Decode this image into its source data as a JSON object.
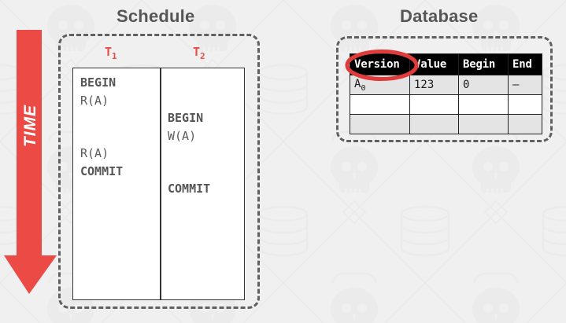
{
  "panels": {
    "schedule": {
      "title": "Schedule"
    },
    "database": {
      "title": "Database"
    }
  },
  "time_axis": {
    "label": "TIME",
    "direction": "downward",
    "color": "#ec4a45"
  },
  "schedule": {
    "transactions": [
      {
        "name": "T",
        "subscript": "1"
      },
      {
        "name": "T",
        "subscript": "2"
      }
    ],
    "t1_operations": [
      "BEGIN",
      "R(A)",
      "",
      "",
      "R(A)",
      "COMMIT",
      "",
      "",
      "",
      "",
      "",
      "",
      ""
    ],
    "t2_operations": [
      "",
      "",
      "BEGIN",
      "W(A)",
      "",
      "",
      "COMMIT",
      "",
      "",
      "",
      "",
      "",
      ""
    ]
  },
  "database_table": {
    "headers": [
      "Version",
      "Value",
      "Begin",
      "End"
    ],
    "rows": [
      {
        "version": "A",
        "version_sub": "0",
        "value": "123",
        "begin": "0",
        "end": "–",
        "shaded": true
      },
      {
        "version": "",
        "version_sub": "",
        "value": "",
        "begin": "",
        "end": "",
        "shaded": false
      },
      {
        "version": "",
        "version_sub": "",
        "value": "",
        "begin": "",
        "end": "",
        "shaded": true
      }
    ],
    "highlight": {
      "target": "Version",
      "shape": "ellipse",
      "color": "#e03a3a"
    }
  },
  "colors": {
    "background": "#f0f0f0",
    "accent_red": "#ec4a45",
    "title_gray": "#565656",
    "border_dark": "#606060",
    "row_shaded": "#e4e4e4"
  }
}
